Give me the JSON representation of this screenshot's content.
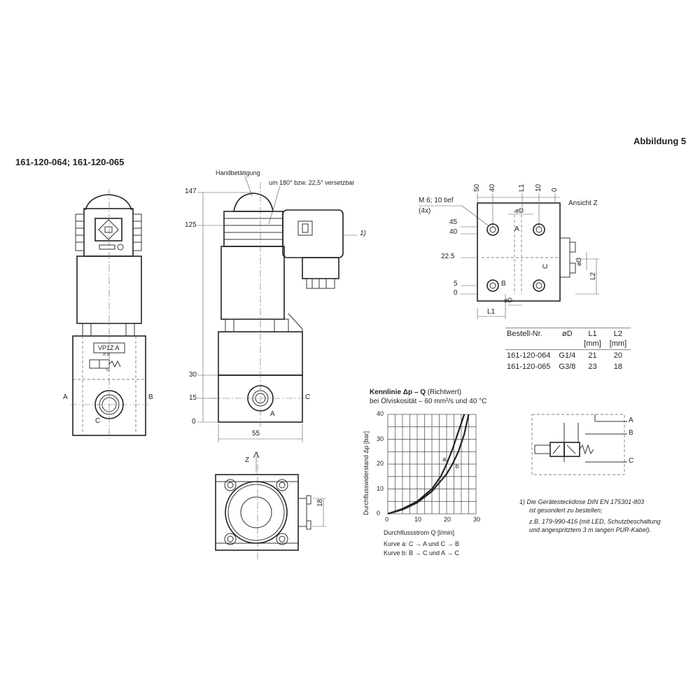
{
  "figure_label": "Abbildung 5",
  "part_numbers_title": "161-120-064; 161-120-065",
  "side_view": {
    "dim_147": "147",
    "dim_125": "125",
    "dim_30": "30",
    "dim_15": "15",
    "dim_0": "0",
    "dim_55": "55",
    "handbetaetigung": "Handbetätigung",
    "rotatable": "um 180° bzw. 22,5° versetzbar",
    "note_ref": "1)",
    "port_A": "A",
    "port_C": "C"
  },
  "front_view": {
    "valve_label": "VP1Z A",
    "port_A": "A",
    "port_B": "B",
    "port_C": "C",
    "mini_A": "A",
    "mini_B": "B",
    "mini_C": "C"
  },
  "top_view": {
    "z_label": "Z",
    "dim_18": "18"
  },
  "view_z": {
    "title": "Ansicht Z",
    "thread_note_1": "M 6; 10 tief",
    "thread_note_2": "(4x)",
    "top_dims": [
      "50",
      "40",
      "L1",
      "10",
      "0"
    ],
    "left_dims": [
      "45",
      "40",
      "22.5",
      "5",
      "0"
    ],
    "od_label": "øD",
    "l1_label": "L1",
    "l2_label": "L2",
    "port_A": "A",
    "port_B": "B",
    "port_C": "C"
  },
  "order_table": {
    "headers": [
      "Bestell-Nr.",
      "øD",
      "L1",
      "L2"
    ],
    "units": [
      "",
      "",
      "[mm]",
      "[mm]"
    ],
    "rows": [
      [
        "161-120-064",
        "G1/4",
        "21",
        "20"
      ],
      [
        "161-120-065",
        "G3/8",
        "23",
        "18"
      ]
    ]
  },
  "symbol": {
    "port_A": "A",
    "port_B": "B",
    "port_C": "C"
  },
  "footnote": {
    "line1": "1) Die Gerätesteckdose DIN EN 175301-803",
    "line2": "ist gesondert zu bestellen;",
    "line3": "z.B. 179-990-416 (mit LED, Schutzbeschaltung",
    "line4": "und angespritztem 3 m langen PUR-Kabel)."
  },
  "chart_data": {
    "type": "line",
    "title_bold": "Kennlinie Δp – Q",
    "title_suffix": "(Richtwert)",
    "subtitle": "bei Ölviskosität – 60 mm²/s und 40 °C",
    "xlabel": "Durchflussstrom Q [l/min]",
    "ylabel": "Durchflusswiderstand Δp [bar]",
    "xlim": [
      0,
      30
    ],
    "ylim": [
      0,
      40
    ],
    "xticks": [
      "0",
      "10",
      "20",
      "30"
    ],
    "yticks": [
      "0",
      "10",
      "20",
      "30",
      "40"
    ],
    "grid": true,
    "series": [
      {
        "name": "a",
        "x": [
          0,
          5,
          10,
          15,
          18,
          20,
          22,
          24,
          26
        ],
        "y": [
          0,
          2,
          5,
          10,
          15,
          20,
          26,
          33,
          40
        ]
      },
      {
        "name": "b",
        "x": [
          0,
          5,
          10,
          15,
          20,
          22,
          24,
          26,
          27.5
        ],
        "y": [
          0,
          1.7,
          4.5,
          9,
          16,
          20,
          25,
          32,
          40
        ]
      }
    ],
    "legend": [
      "Kurve a: C → A und C → B",
      "Kurve b: B → C und A → C"
    ]
  }
}
